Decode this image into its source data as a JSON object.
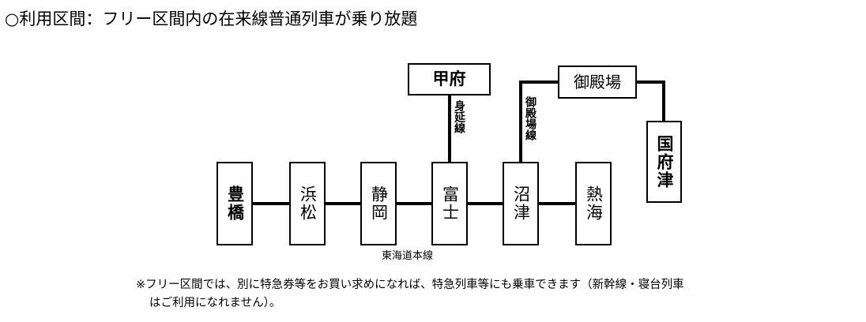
{
  "heading": "○利用区間：フリー区間内の在来線普通列車が乗り放題",
  "stations": {
    "toyohashi": "豊橋",
    "hamamatsu": "浜松",
    "shizuoka": "静岡",
    "fuji": "富士",
    "numazu": "沼津",
    "atami": "熱海",
    "kofu": "甲府",
    "gotemba": "御殿場",
    "kozu": "国府津"
  },
  "lines": {
    "tokaido": "東海道本線",
    "minobu": "身延線",
    "gotemba": "御殿場線"
  },
  "notes": [
    "※フリー区間では、別に特急券等をお買い求めになれば、特急列車等にも乗車できます（新幹線・寝台列車",
    "はご利用になれません）。"
  ],
  "colors": {
    "line": "#000000",
    "box_border": "#000000",
    "background": "#ffffff"
  }
}
